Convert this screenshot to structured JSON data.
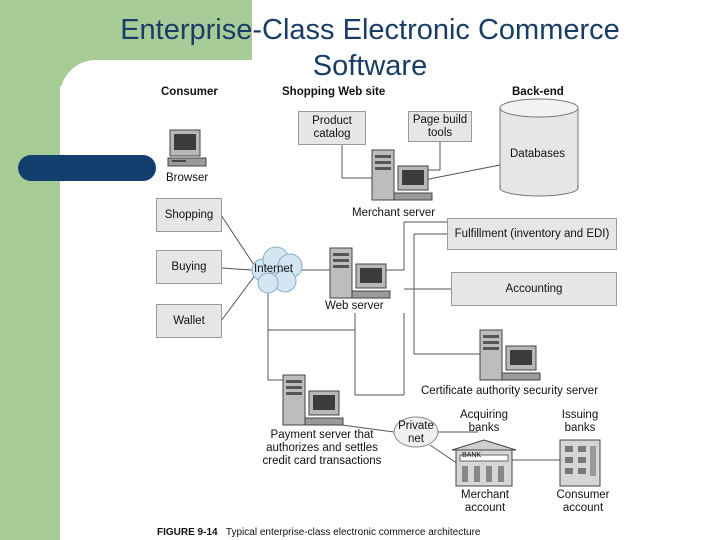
{
  "title_line1": "Enterprise-Class Electronic Commerce",
  "title_line2": "Software",
  "headers": {
    "consumer": "Consumer",
    "shopping": "Shopping Web site",
    "backend": "Back-end"
  },
  "consumer_boxes": [
    "Shopping",
    "Buying",
    "Wallet"
  ],
  "labels": {
    "browser": "Browser",
    "product_catalog": [
      "Product",
      "catalog"
    ],
    "page_build": [
      "Page build",
      "tools"
    ],
    "databases": "Databases",
    "merchant_server": "Merchant server",
    "fulfillment": "Fulfillment (inventory and EDI)",
    "accounting": "Accounting",
    "internet": "Internet",
    "web_server": "Web server",
    "cert_authority": "Certificate authority security server",
    "payment_server": [
      "Payment server that",
      "authorizes and settles",
      "credit card transactions"
    ],
    "private_net": [
      "Private",
      "net"
    ],
    "acquiring_banks": [
      "Acquiring",
      "banks"
    ],
    "issuing_banks": [
      "Issuing",
      "banks"
    ],
    "bank_sign": "BANK",
    "merchant_account": [
      "Merchant",
      "account"
    ],
    "consumer_account": [
      "Consumer",
      "account"
    ]
  },
  "caption": {
    "figure": "FIGURE 9-14",
    "text": "Typical enterprise-class electronic commerce architecture"
  },
  "colors": {
    "green": "#a8cc98",
    "title_blue": "#1a3d66",
    "pill_blue": "#123f6e",
    "box_gray": "#e6e6e6"
  }
}
